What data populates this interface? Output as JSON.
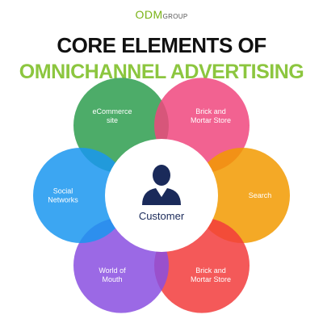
{
  "logo": {
    "main": "ODM",
    "sub": "GROUP"
  },
  "title": {
    "line1": "CORE ELEMENTS OF",
    "line2": "OMNICHANNEL ADVERTISING"
  },
  "center": {
    "label": "Customer",
    "icon": "person-icon",
    "color": "#1a2a5a"
  },
  "petals": [
    {
      "label": [
        "eCommerce",
        "site"
      ],
      "color": "#2e9e4f"
    },
    {
      "label": [
        "Brick and",
        "Mortar Store"
      ],
      "color": "#f0467e"
    },
    {
      "label": [
        "Search"
      ],
      "color": "#f29a00"
    },
    {
      "label": [
        "Brick and",
        "Mortar Store"
      ],
      "color": "#f23c3c"
    },
    {
      "label": [
        "World of",
        "Mouth"
      ],
      "color": "#8a4fe0"
    },
    {
      "label": [
        "Social",
        "Networks"
      ],
      "color": "#1a96f0"
    }
  ]
}
